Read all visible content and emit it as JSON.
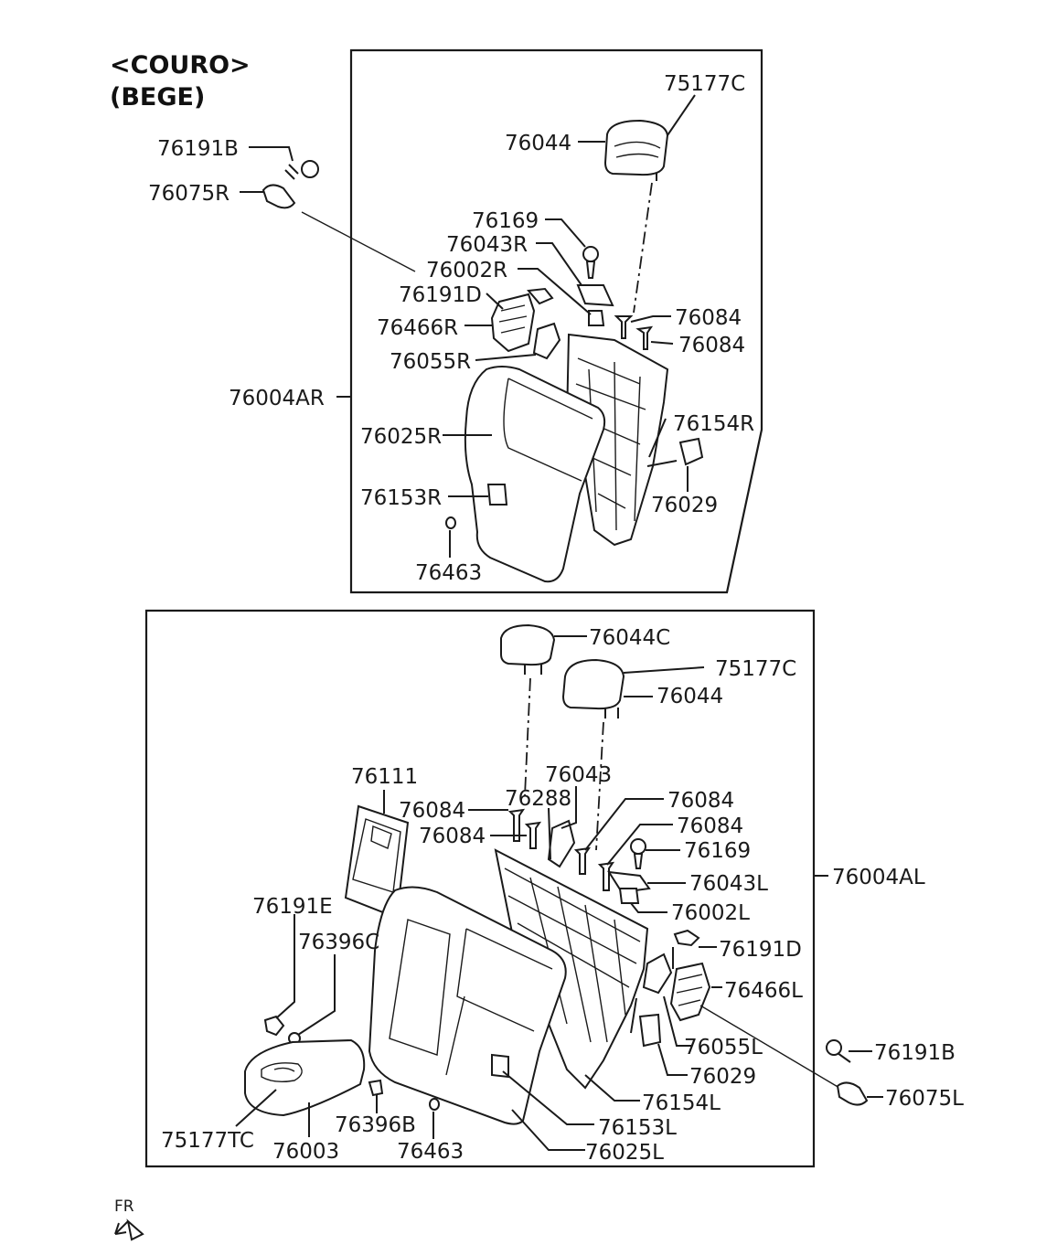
{
  "header": {
    "line1": "<COURO>",
    "line2": "(BEGE)"
  },
  "fr_label": "FR",
  "upper": {
    "label_76191B": "76191B",
    "label_76075R": "76075R",
    "label_75177C": "75177C",
    "label_76044": "76044",
    "label_76169": "76169",
    "label_76043R": "76043R",
    "label_76002R": "76002R",
    "label_76191D": "76191D",
    "label_76466R": "76466R",
    "label_76055R": "76055R",
    "label_76084a": "76084",
    "label_76084b": "76084",
    "label_76004AR": "76004AR",
    "label_76025R": "76025R",
    "label_76154R": "76154R",
    "label_76153R": "76153R",
    "label_76029": "76029",
    "label_76463": "76463"
  },
  "lower": {
    "label_76044C": "76044C",
    "label_75177C": "75177C",
    "label_76044": "76044",
    "label_76111": "76111",
    "label_76043": "76043",
    "label_76288": "76288",
    "label_76084a": "76084",
    "label_76084b": "76084",
    "label_76084c": "76084",
    "label_76084d": "76084",
    "label_76169": "76169",
    "label_76004AL": "76004AL",
    "label_76043L": "76043L",
    "label_76002L": "76002L",
    "label_76191E": "76191E",
    "label_76396C": "76396C",
    "label_76191D": "76191D",
    "label_76466L": "76466L",
    "label_76055L": "76055L",
    "label_76191B": "76191B",
    "label_76029": "76029",
    "label_76075L": "76075L",
    "label_76154L": "76154L",
    "label_76153L": "76153L",
    "label_76025L": "76025L",
    "label_75177TC": "75177TC",
    "label_76003": "76003",
    "label_76396B": "76396B",
    "label_76463": "76463"
  }
}
